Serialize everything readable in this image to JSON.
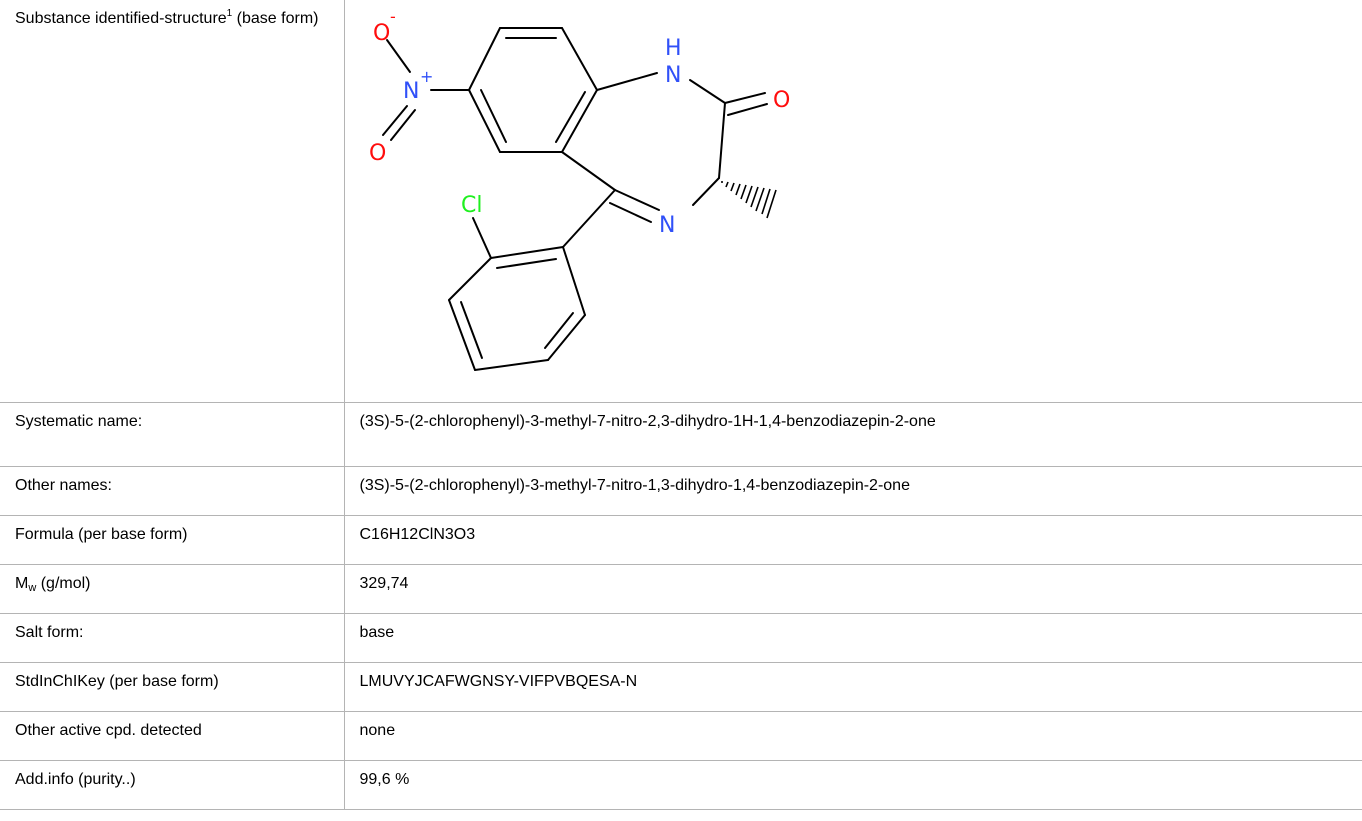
{
  "rows": {
    "structure": {
      "label_prefix": "Substance identified-structure",
      "label_sup": "1",
      "label_suffix": " (base form)",
      "atoms": {
        "o_minus": "O",
        "o_minus_charge": "-",
        "n_plus": "N",
        "n_plus_charge": "+",
        "o_nitro": "O",
        "nh": "N",
        "h": "H",
        "o_carbonyl": "O",
        "cl": "Cl",
        "n_imine": "N"
      }
    },
    "systematic_name": {
      "label": "Systematic name:",
      "value": "(3S)-5-(2-chlorophenyl)-3-methyl-7-nitro-2,3-dihydro-1H-1,4-benzodiazepin-2-one"
    },
    "other_names": {
      "label": "Other names:",
      "value": "(3S)-5-(2-chlorophenyl)-3-methyl-7-nitro-1,3-dihydro-1,4-benzodiazepin-2-one"
    },
    "formula": {
      "label": "Formula (per base form)",
      "value": "C16H12ClN3O3"
    },
    "mw": {
      "label_main": "M",
      "label_sub": "w",
      "label_suffix": " (g/mol)",
      "value": "329,74"
    },
    "salt_form": {
      "label": "Salt form:",
      "value": "base"
    },
    "stdinchikey": {
      "label": "StdInChIKey (per base form)",
      "value": "LMUVYJCAFWGNSY-VIFPVBQESA-N"
    },
    "other_active": {
      "label": "Other active cpd. detected",
      "value": "none"
    },
    "add_info": {
      "label": "Add.info (purity..)",
      "value": "99,6 %"
    }
  },
  "colors": {
    "border": "#b4b4b4",
    "bond": "#000000",
    "nitrogen": "#3050f8",
    "oxygen": "#ff0d0d",
    "chlorine": "#1ff01f"
  }
}
